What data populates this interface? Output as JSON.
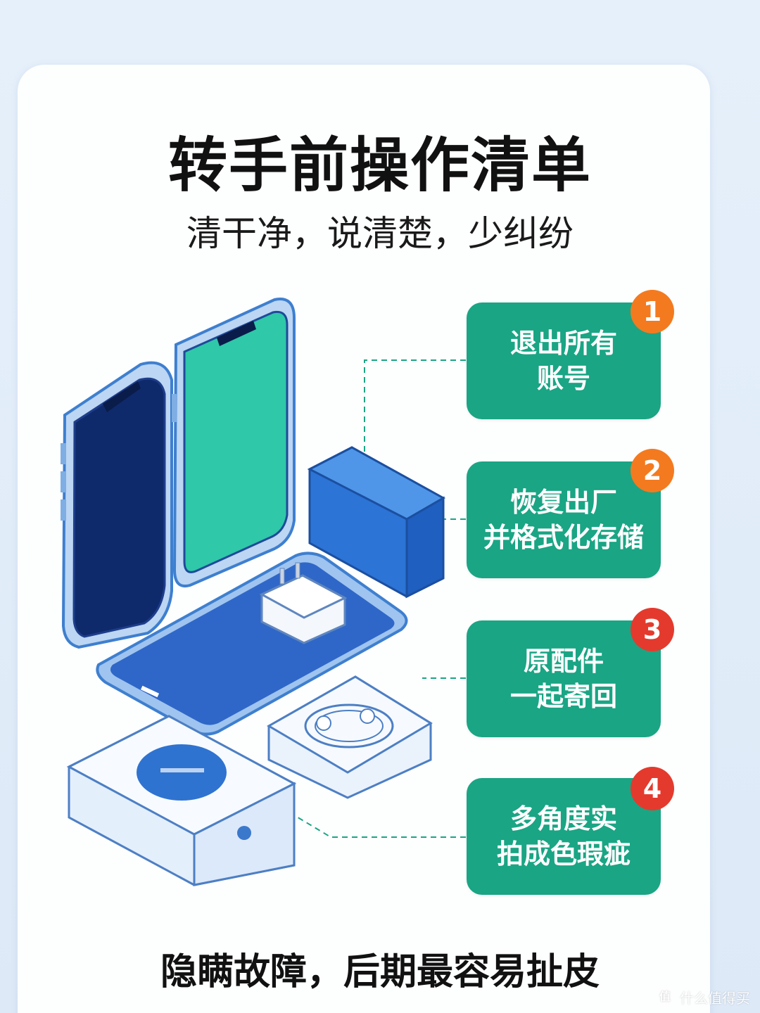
{
  "title": "转手前操作清单",
  "subtitle": "清干净，说清楚，少纠纷",
  "steps": [
    {
      "number": "1",
      "text": "退出所有\n账号",
      "badge_color": "#f47a1f"
    },
    {
      "number": "2",
      "text": "恢复出厂\n并格式化存储",
      "badge_color": "#f47a1f"
    },
    {
      "number": "3",
      "text": "原配件\n一起寄回",
      "badge_color": "#e43a2e"
    },
    {
      "number": "4",
      "text": "多角度实\n拍成色瑕疵",
      "badge_color": "#e43a2e"
    }
  ],
  "footer": "隐瞒故障，后期最容易扯皮",
  "watermark": {
    "icon": "值",
    "text": "什么值得买"
  },
  "colors": {
    "step_bg": "#1aa584",
    "connector": "#1aa584",
    "card_bg": "#fdfefe"
  }
}
